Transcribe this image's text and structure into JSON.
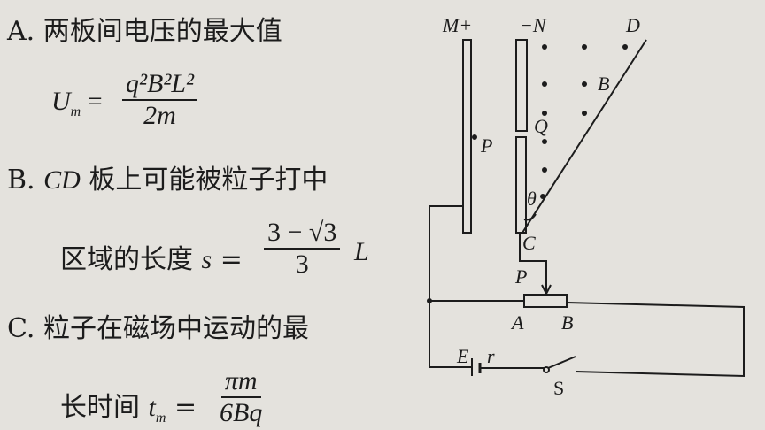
{
  "options": {
    "a": {
      "label": "A.",
      "text": "两板间电压的最大值",
      "formula_lhs": "U",
      "formula_sub": "m",
      "eq": "=",
      "numerator": "q²B²L²",
      "denominator": "2m"
    },
    "b": {
      "label": "B.",
      "line1_var": "CD",
      "line1": "板上可能被粒子打中",
      "line2": "区域的长度",
      "var": "s",
      "eq": "=",
      "numerator": "3 − √3",
      "denominator": "3",
      "tail": "L"
    },
    "c": {
      "label": "C.",
      "line1": "粒子在磁场中运动的最",
      "line2": "长时间",
      "var": "t",
      "var_sub": "m",
      "eq": "=",
      "numerator": "πm",
      "denominator": "6Bq"
    }
  },
  "diagram": {
    "labels": {
      "M": "M+",
      "N": "−N",
      "D": "D",
      "B_field": "B",
      "P_plate": "P",
      "Q": "Q",
      "theta": "θ",
      "C": "C",
      "P_slider": "P",
      "A": "A",
      "B_res": "B",
      "E": "E",
      "r": "r",
      "S": "S"
    }
  }
}
